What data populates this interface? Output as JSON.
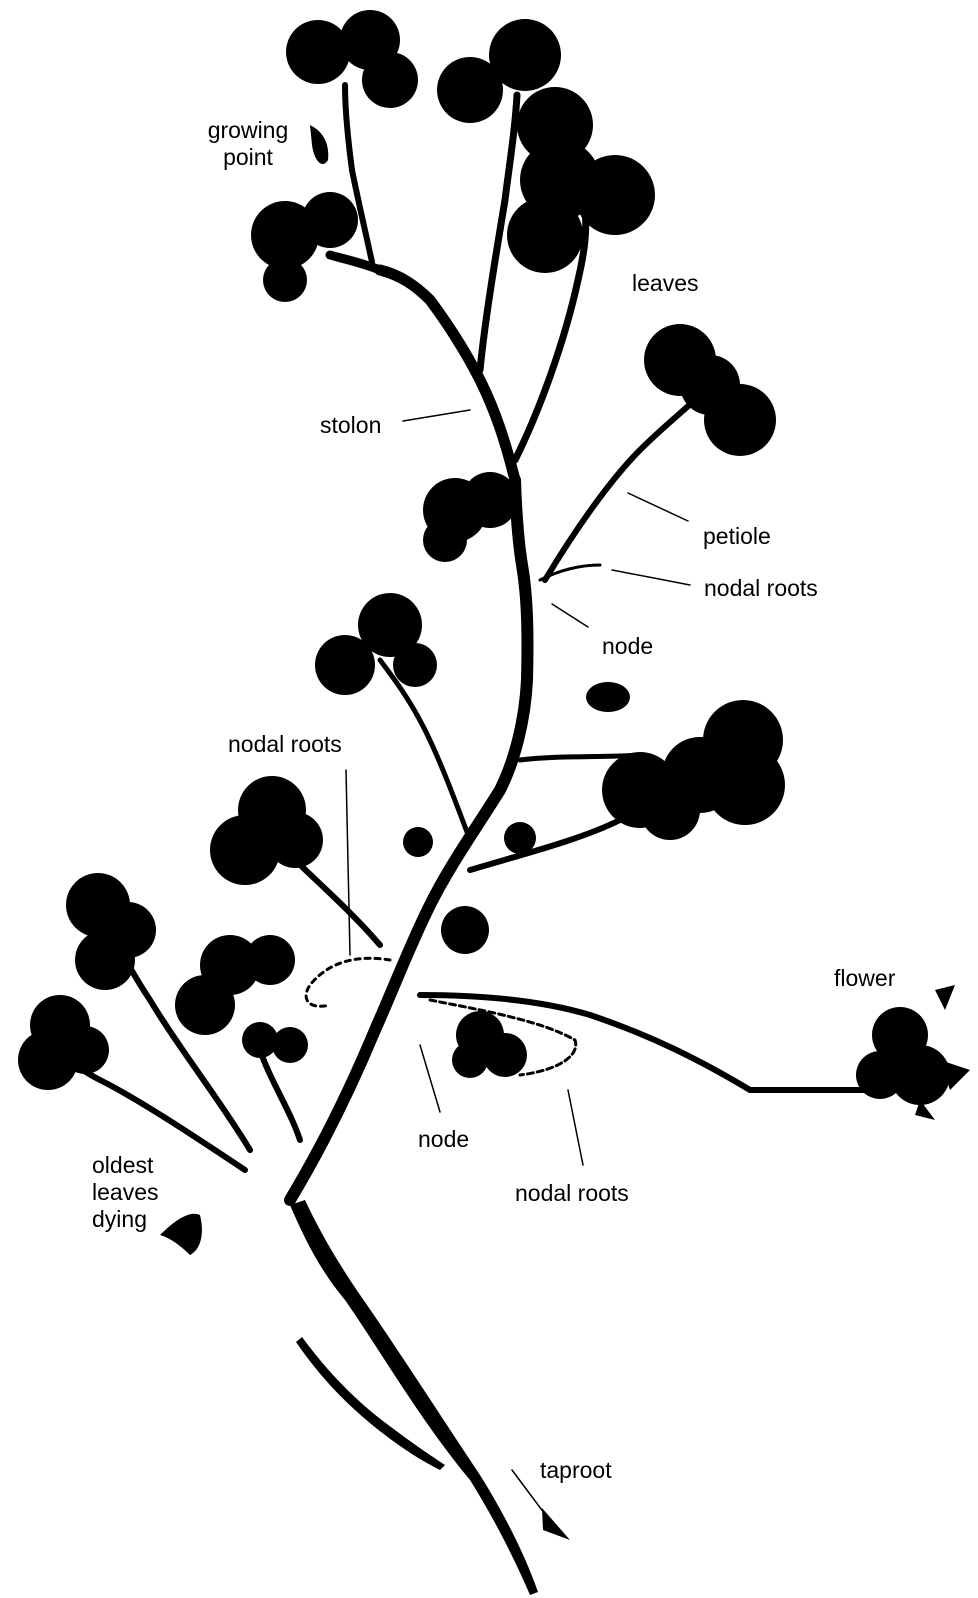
{
  "labels": {
    "growing_point_1": "growing",
    "growing_point_2": "point",
    "leaves": "leaves",
    "stolon": "stolon",
    "petiole": "petiole",
    "nodal_roots_upper": "nodal roots",
    "node_upper": "node",
    "nodal_roots_middle": "nodal roots",
    "flower": "flower",
    "node_lower": "node",
    "nodal_roots_lower": "nodal roots",
    "oldest_1": "oldest",
    "oldest_2": "leaves",
    "oldest_3": "dying",
    "taproot": "taproot"
  },
  "colors": {
    "plant": "#000000",
    "background": "#ffffff"
  }
}
